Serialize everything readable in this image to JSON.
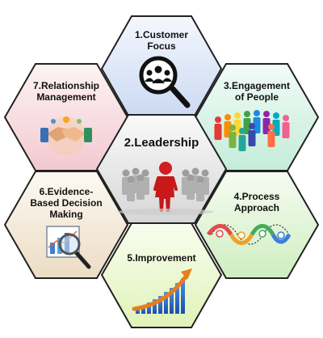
{
  "principles": [
    {
      "id": "customer-focus",
      "label_line1": "1.Customer",
      "label_line2": "Focus",
      "icon": "magnifier-people-icon"
    },
    {
      "id": "leadership",
      "label_line1": "2.Leadership",
      "icon": "leader-with-crowd-icon"
    },
    {
      "id": "engagement",
      "label_line1": "3.Engagement",
      "label_line2": "of People",
      "icon": "team-people-icon"
    },
    {
      "id": "process",
      "label_line1": "4.Process",
      "label_line2": "Approach",
      "icon": "process-flow-icon"
    },
    {
      "id": "improvement",
      "label_line1": "5.Improvement",
      "icon": "growth-bar-chart-icon"
    },
    {
      "id": "evidence",
      "label_line1": "6.Evidence-",
      "label_line2": "Based Decision",
      "label_line3": "Making",
      "icon": "chart-magnifier-icon"
    },
    {
      "id": "relationship",
      "label_line1": "7.Relationship",
      "label_line2": "Management",
      "icon": "handshake-icon"
    }
  ],
  "colors": {
    "outline": "#222222",
    "customer_focus": "#dce6f7",
    "leadership": "#e8e8e8",
    "engagement": "#dcf4ea",
    "process": "#e6f6de",
    "improvement": "#eef9d8",
    "evidence": "#f6eee2",
    "relationship": "#f8e0e4"
  }
}
